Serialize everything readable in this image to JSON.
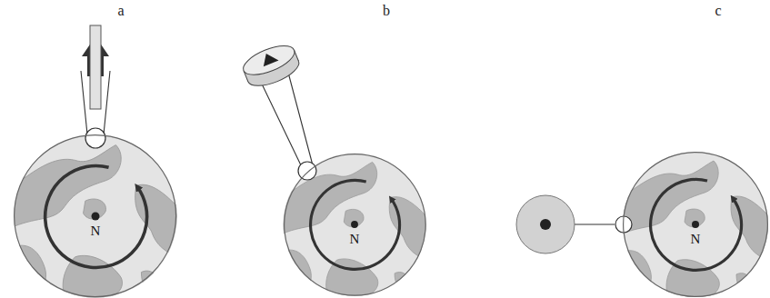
{
  "diagram": {
    "nodes": [
      {
        "text": [
          "N"
        ]
      },
      {
        "text": [
          "N"
        ]
      },
      {
        "text": [
          "N"
        ]
      }
    ],
    "labels": [
      "a",
      "b",
      "c"
    ]
  }
}
